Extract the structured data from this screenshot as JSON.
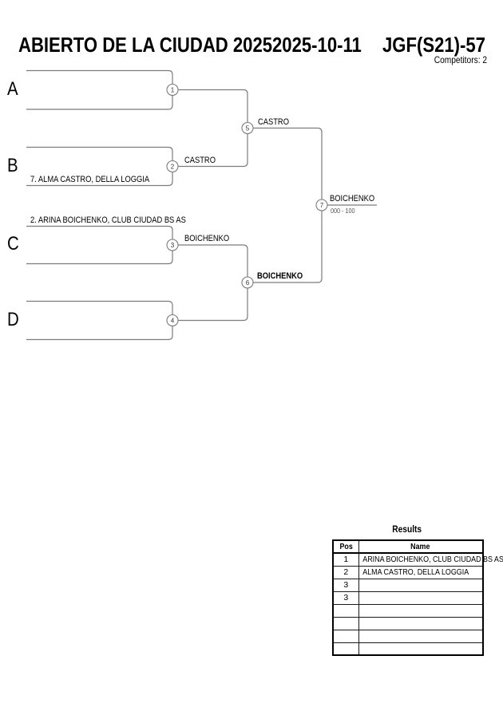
{
  "header": {
    "tournament": "ABIERTO DE LA CIUDAD 2025",
    "date": "2025-10-11",
    "event_code": "JGF(S21)-57",
    "competitors": "Competitors: 2"
  },
  "bracket": {
    "slot_letters": [
      "A",
      "B",
      "C",
      "D"
    ],
    "players": {
      "slot_b": "7. ALMA CASTRO, DELLA LOGGIA",
      "slot_c": "2. ARINA BOICHENKO, CLUB CIUDAD BS AS"
    },
    "node_numbers": [
      "1",
      "2",
      "3",
      "4",
      "5",
      "6",
      "7"
    ],
    "advancing": {
      "match2_winner": "CASTRO",
      "match3_winner": "BOICHENKO",
      "semi5_winner": "CASTRO",
      "semi6_winner": "BOICHENKO",
      "final7_winner": "BOICHENKO",
      "final7_score": "000 - 100"
    }
  },
  "results": {
    "title": "Results",
    "columns": [
      "Pos",
      "Name"
    ],
    "rows": [
      {
        "pos": "1",
        "name": "ARINA BOICHENKO, CLUB CIUDAD BS AS"
      },
      {
        "pos": "2",
        "name": "ALMA CASTRO, DELLA LOGGIA"
      },
      {
        "pos": "3",
        "name": ""
      },
      {
        "pos": "3",
        "name": ""
      },
      {
        "pos": "",
        "name": ""
      },
      {
        "pos": "",
        "name": ""
      },
      {
        "pos": "",
        "name": ""
      },
      {
        "pos": "",
        "name": ""
      }
    ]
  }
}
